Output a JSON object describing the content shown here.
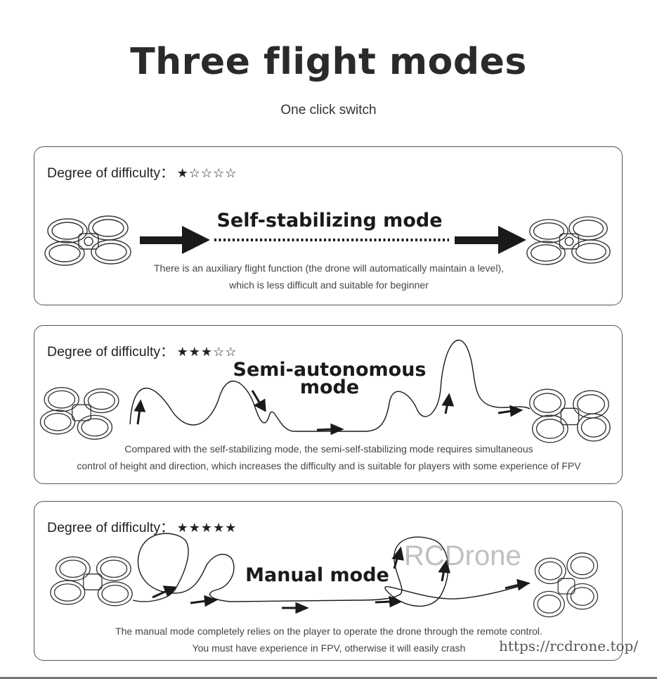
{
  "title": "Three flight modes",
  "subtitle": "One click switch",
  "modes": [
    {
      "difficulty_label": "Degree of difficulty：",
      "stars": "★☆☆☆☆",
      "difficulty_stars": 1,
      "name": "Self-stabilizing mode",
      "desc_line1": "There is an auxiliary flight function (the drone will automatically maintain a level),",
      "desc_line2": "which is less difficult and suitable for beginner"
    },
    {
      "difficulty_label": "Degree of difficulty：",
      "stars": "★★★☆☆",
      "difficulty_stars": 3,
      "name_line1": "Semi-autonomous",
      "name_line2": "mode",
      "desc_line1": "Compared with the self-stabilizing mode, the semi-self-stabilizing mode requires simultaneous",
      "desc_line2": "control of height and direction, which increases the difficulty and is suitable for players with some experience of FPV"
    },
    {
      "difficulty_label": "Degree of difficulty：",
      "stars": "★★★★★",
      "difficulty_stars": 5,
      "name": "Manual mode",
      "desc_line1": "The manual mode completely relies on the player to operate the drone through the remote control.",
      "desc_line2": "You must have experience in FPV, otherwise it will easily crash"
    }
  ],
  "watermark": "RCDrone",
  "url": "https://rcdrone.top/",
  "icons": [
    "drone-icon",
    "arrow-right-icon",
    "flight-path-icon",
    "star-icon"
  ]
}
